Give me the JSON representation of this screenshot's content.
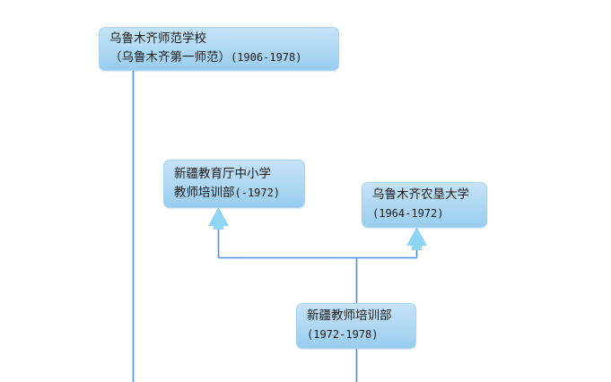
{
  "diagram": {
    "type": "org-lineage-flowchart",
    "colors": {
      "box_fill_top": "#c5e3f7",
      "box_fill_bottom": "#98cdee",
      "box_border": "#a9d4ef",
      "connector_line": "#4a90e2",
      "arrow_fill": "#8ed4f5",
      "background": "#ffffff",
      "text": "#1a1a1a"
    },
    "nodes": [
      {
        "id": "urumqi-normal-school",
        "line1": "乌鲁木齐师范学校",
        "line2_cjk": "（乌鲁木齐第一师范）",
        "line2_years": "(1906-1978)"
      },
      {
        "id": "xinjiang-edu-dept",
        "line1": "新疆教育厅中小学",
        "line2_cjk": "教师培训部",
        "line2_years": "(-1972)"
      },
      {
        "id": "urumqi-agri-univ",
        "line1": "乌鲁木齐农垦大学",
        "line2_cjk": "",
        "line2_years": "(1964-1972)"
      },
      {
        "id": "xinjiang-teacher-training",
        "line1": "新疆教师培训部",
        "line2_cjk": "",
        "line2_years": "(1972-1978)"
      }
    ],
    "connectors": [
      {
        "id": "trunk-from-normal-school",
        "description": "vertical line descending from 乌鲁木齐师范学校 box to bottom edge"
      },
      {
        "id": "split-to-edu-dept-and-agri-univ",
        "description": "from 新疆教师培训部 upward, splitting left to 新疆教育厅中小学教师培训部 and right to 乌鲁木齐农垦大学"
      },
      {
        "id": "trunk-below-teacher-training",
        "description": "vertical line descending from 新疆教师培训部 box to bottom edge"
      }
    ],
    "arrows": [
      {
        "id": "arrow-to-edu-dept",
        "points_to": "xinjiang-edu-dept"
      },
      {
        "id": "arrow-to-agri-univ",
        "points_to": "urumqi-agri-univ"
      }
    ]
  }
}
